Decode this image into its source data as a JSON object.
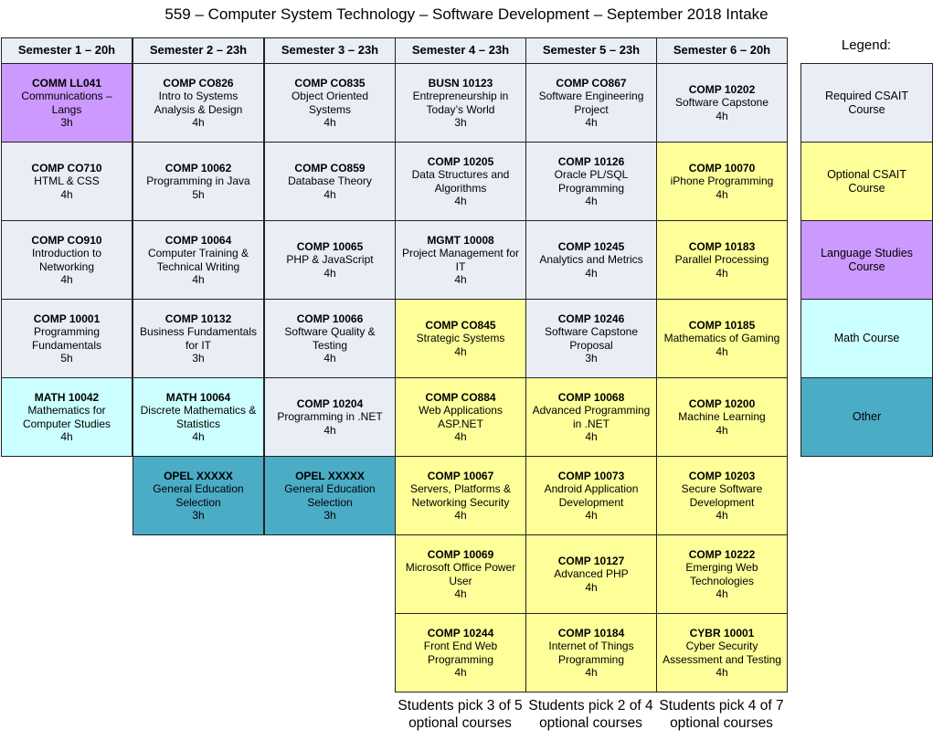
{
  "title": "559 – Computer System Technology – Software Development – September 2018 Intake",
  "colors": {
    "required": "#e8edf6",
    "optional": "#ffff99",
    "language": "#cc99ff",
    "math": "#ccffff",
    "other": "#4bacc6"
  },
  "semesters": [
    {
      "label": "Semester 1 – 20h",
      "courses": [
        {
          "code": "COMM LL041",
          "title": "Communications – Langs",
          "hours": "3h",
          "type": "language"
        },
        {
          "code": "COMP CO710",
          "title": "HTML & CSS",
          "hours": "4h",
          "type": "required"
        },
        {
          "code": "COMP CO910",
          "title": "Introduction to Networking",
          "hours": "4h",
          "type": "required"
        },
        {
          "code": "COMP 10001",
          "title": "Programming Fundamentals",
          "hours": "5h",
          "type": "required"
        },
        {
          "code": "MATH 10042",
          "title": "Mathematics for Computer Studies",
          "hours": "4h",
          "type": "math"
        }
      ]
    },
    {
      "label": "Semester 2 – 23h",
      "courses": [
        {
          "code": "COMP CO826",
          "title": "Intro to Systems Analysis & Design",
          "hours": "4h",
          "type": "required"
        },
        {
          "code": "COMP 10062",
          "title": "Programming in Java",
          "hours": "5h",
          "type": "required"
        },
        {
          "code": "COMP 10064",
          "title": "Computer Training & Technical Writing",
          "hours": "4h",
          "type": "required"
        },
        {
          "code": "COMP 10132",
          "title": "Business Fundamentals for IT",
          "hours": "3h",
          "type": "required"
        },
        {
          "code": "MATH 10064",
          "title": "Discrete Mathematics & Statistics",
          "hours": "4h",
          "type": "math"
        },
        {
          "code": "OPEL XXXXX",
          "title": "General Education Selection",
          "hours": "3h",
          "type": "other"
        }
      ]
    },
    {
      "label": "Semester 3 – 23h",
      "courses": [
        {
          "code": "COMP CO835",
          "title": "Object Oriented Systems",
          "hours": "4h",
          "type": "required"
        },
        {
          "code": "COMP CO859",
          "title": "Database Theory",
          "hours": "4h",
          "type": "required"
        },
        {
          "code": "COMP 10065",
          "title": "PHP & JavaScript",
          "hours": "4h",
          "type": "required"
        },
        {
          "code": "COMP 10066",
          "title": "Software Quality & Testing",
          "hours": "4h",
          "type": "required"
        },
        {
          "code": "COMP 10204",
          "title": "Programming in .NET",
          "hours": "4h",
          "type": "required"
        },
        {
          "code": "OPEL XXXXX",
          "title": "General Education Selection",
          "hours": "3h",
          "type": "other"
        }
      ]
    },
    {
      "label": "Semester 4 – 23h",
      "note": "Students pick 3 of 5 optional courses",
      "courses": [
        {
          "code": "BUSN 10123",
          "title": "Entrepreneurship in Today’s World",
          "hours": "3h",
          "type": "required"
        },
        {
          "code": "COMP 10205",
          "title": "Data Structures and Algorithms",
          "hours": "4h",
          "type": "required"
        },
        {
          "code": "MGMT 10008",
          "title": "Project Management for IT",
          "hours": "4h",
          "type": "required"
        },
        {
          "code": "COMP CO845",
          "title": "Strategic Systems",
          "hours": "4h",
          "type": "optional"
        },
        {
          "code": "COMP CO884",
          "title": "Web Applications ASP.NET",
          "hours": "4h",
          "type": "optional"
        },
        {
          "code": "COMP 10067",
          "title": "Servers, Platforms & Networking Security",
          "hours": "4h",
          "type": "optional"
        },
        {
          "code": "COMP 10069",
          "title": "Microsoft Office Power User",
          "hours": "4h",
          "type": "optional"
        },
        {
          "code": "COMP 10244",
          "title": "Front End Web Programming",
          "hours": "4h",
          "type": "optional"
        }
      ]
    },
    {
      "label": "Semester 5 – 23h",
      "note": "Students pick 2 of 4 optional courses",
      "courses": [
        {
          "code": "COMP CO867",
          "title": "Software Engineering Project",
          "hours": "4h",
          "type": "required"
        },
        {
          "code": "COMP 10126",
          "title": "Oracle PL/SQL Programming",
          "hours": "4h",
          "type": "required"
        },
        {
          "code": "COMP 10245",
          "title": "Analytics and Metrics",
          "hours": "4h",
          "type": "required"
        },
        {
          "code": "COMP 10246",
          "title": "Software Capstone Proposal",
          "hours": "3h",
          "type": "required"
        },
        {
          "code": "COMP 10068",
          "title": "Advanced Programming in .NET",
          "hours": "4h",
          "type": "optional"
        },
        {
          "code": "COMP 10073",
          "title": "Android Application Development",
          "hours": "4h",
          "type": "optional"
        },
        {
          "code": "COMP 10127",
          "title": "Advanced PHP",
          "hours": "4h",
          "type": "optional"
        },
        {
          "code": "COMP 10184",
          "title": "Internet of Things Programming",
          "hours": "4h",
          "type": "optional"
        }
      ]
    },
    {
      "label": "Semester 6 – 20h",
      "note": "Students pick 4 of 7 optional courses",
      "courses": [
        {
          "code": "COMP 10202",
          "title": "Software Capstone",
          "hours": "4h",
          "type": "required"
        },
        {
          "code": "COMP 10070",
          "title": "iPhone Programming",
          "hours": "4h",
          "type": "optional"
        },
        {
          "code": "COMP 10183",
          "title": "Parallel Processing",
          "hours": "4h",
          "type": "optional"
        },
        {
          "code": "COMP 10185",
          "title": "Mathematics of Gaming",
          "hours": "4h",
          "type": "optional"
        },
        {
          "code": "COMP 10200",
          "title": "Machine Learning",
          "hours": "4h",
          "type": "optional"
        },
        {
          "code": "COMP 10203",
          "title": "Secure Software Development",
          "hours": "4h",
          "type": "optional"
        },
        {
          "code": "COMP 10222",
          "title": "Emerging Web Technologies",
          "hours": "4h",
          "type": "optional"
        },
        {
          "code": "CYBR 10001",
          "title": "Cyber Security Assessment and Testing",
          "hours": "4h",
          "type": "optional"
        }
      ]
    }
  ],
  "legend": {
    "title": "Legend:",
    "items": [
      {
        "label": "Required CSAIT Course",
        "type": "required"
      },
      {
        "label": "Optional CSAIT Course",
        "type": "optional"
      },
      {
        "label": "Language Studies Course",
        "type": "language"
      },
      {
        "label": "Math Course",
        "type": "math"
      },
      {
        "label": "Other",
        "type": "other"
      }
    ]
  }
}
